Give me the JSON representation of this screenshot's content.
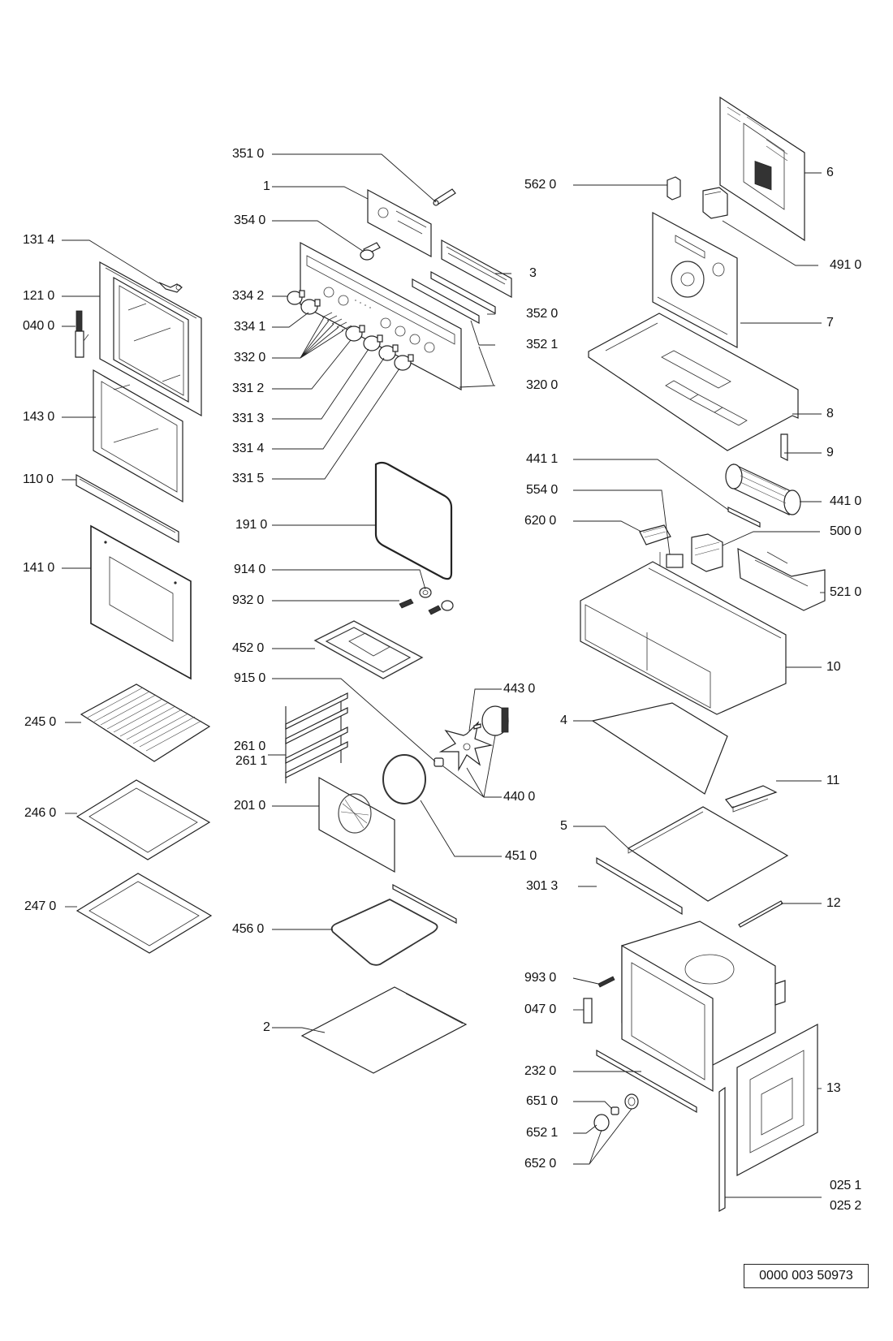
{
  "title": "Built-in oven exploded parts diagram",
  "reference_number": "0000 003 50973",
  "labels": {
    "l3510": "351 0",
    "l1": "1",
    "l3540": "354 0",
    "l1314": "131 4",
    "l1210": "121 0",
    "l0400": "040 0",
    "l3342": "334 2",
    "l3341": "334 1",
    "l3320": "332 0",
    "l3312": "331 2",
    "l3313": "331 3",
    "l3314": "331 4",
    "l3315": "331 5",
    "l1430": "143 0",
    "l1100": "110 0",
    "l1410": "141 0",
    "l1910": "191 0",
    "l9140": "914 0",
    "l9320": "932 0",
    "l4520": "452 0",
    "l9150": "915 0",
    "l2450": "245 0",
    "l2610": "261 0",
    "l2611": "261 1",
    "l2010": "201 0",
    "l2460": "246 0",
    "l2470": "247 0",
    "l4560": "456 0",
    "l2": "2",
    "l5620": "562 0",
    "l6": "6",
    "l4910": "491 0",
    "l3": "3",
    "l3520": "352 0",
    "l3521": "352 1",
    "l7": "7",
    "l3200": "320 0",
    "l8": "8",
    "l9": "9",
    "l4411": "441 1",
    "l4410": "441 0",
    "l5540": "554 0",
    "l6200": "620 0",
    "l5000": "500 0",
    "l5210": "521 0",
    "l10": "10",
    "l4430": "443 0",
    "l4": "4",
    "l4400": "440 0",
    "l11": "11",
    "l5": "5",
    "l4510": "451 0",
    "l3013": "301 3",
    "l12": "12",
    "l9930": "993 0",
    "l0470": "047 0",
    "l2320": "232 0",
    "l13": "13",
    "l6510": "651 0",
    "l6521": "652 1",
    "l6520": "652 0",
    "l0251": "025 1",
    "l0252": "025 2"
  }
}
